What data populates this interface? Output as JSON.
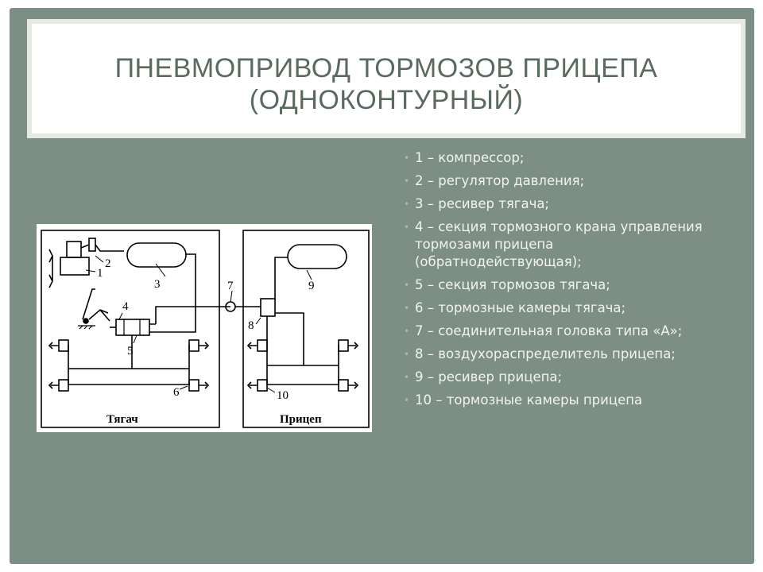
{
  "slide": {
    "title_line1": "ПНЕВМОПРИВОД ТОРМОЗОВ ПРИЦЕПА",
    "title_line2": "(ОДНОКОНТУРНЫЙ)"
  },
  "legend": [
    "1 – компрессор;",
    " 2 – регулятор давления;",
    " 3 – ресивер тягача;",
    " 4 – секция тормозного крана управления тормозами прицепа (обратнодействующая);",
    "5 – секция тормозов тягача;",
    "6 – тормозные камеры тягача;",
    "7 – соединительная головка типа «А»;",
    "8 – воздухораспределитель прицепа;",
    " 9 – ресивер прицепа;",
    "10 – тормозные камеры прицепа"
  ],
  "diagram": {
    "tractor_label": "Тягач",
    "trailer_label": "Прицеп",
    "labels": [
      "1",
      "2",
      "3",
      "4",
      "5",
      "6",
      "7",
      "8",
      "9",
      "10"
    ]
  },
  "colors": {
    "slide_bg": "#7d8f85",
    "title_text": "#5a6a5f",
    "legend_text": "#f2f3ef"
  }
}
